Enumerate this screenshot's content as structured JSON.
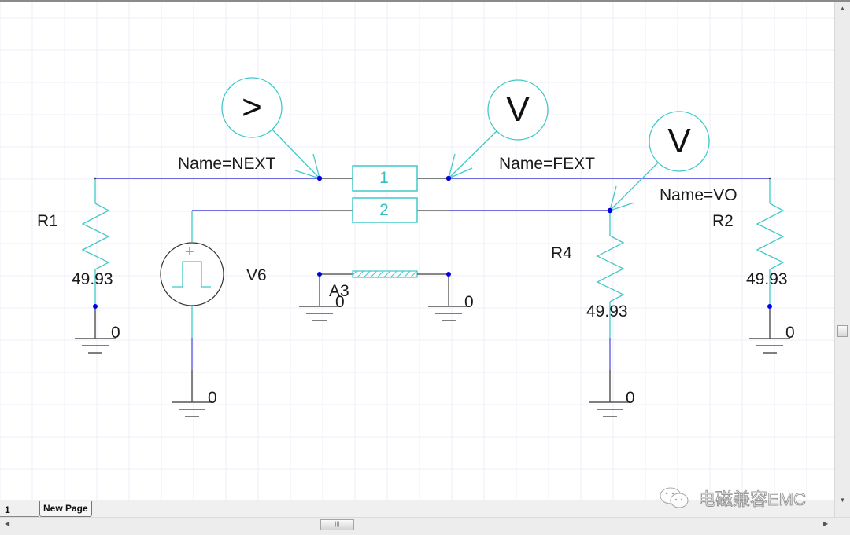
{
  "probes": [
    {
      "id": "next",
      "glyph": ">",
      "label": "Name=NEXT"
    },
    {
      "id": "fext",
      "glyph": "V",
      "label": "Name=FEXT"
    },
    {
      "id": "vo",
      "glyph": "V",
      "label": "Name=VO"
    }
  ],
  "transmission_lines": [
    {
      "id": "line-1",
      "label": "1"
    },
    {
      "id": "line-2",
      "label": "2"
    }
  ],
  "coupling": {
    "label": "A3"
  },
  "resistors": [
    {
      "id": "R1",
      "name": "R1",
      "value": "49.93"
    },
    {
      "id": "R2",
      "name": "R2",
      "value": "49.93"
    },
    {
      "id": "R4",
      "name": "R4",
      "value": "49.93"
    }
  ],
  "source": {
    "name": "V6",
    "plus": "+"
  },
  "ground_label": "0",
  "statusbar": {
    "page_number": "1",
    "tab_label": "New Page",
    "scroll_thumb_grip": "|||"
  },
  "watermark": {
    "text": "电磁兼容EMC"
  },
  "colors": {
    "wire_blue": "#2020d0",
    "component_cyan": "#40c8c8",
    "wire_gray": "#404040",
    "node_dot": "#0000e0",
    "grid": "#eceef8"
  }
}
